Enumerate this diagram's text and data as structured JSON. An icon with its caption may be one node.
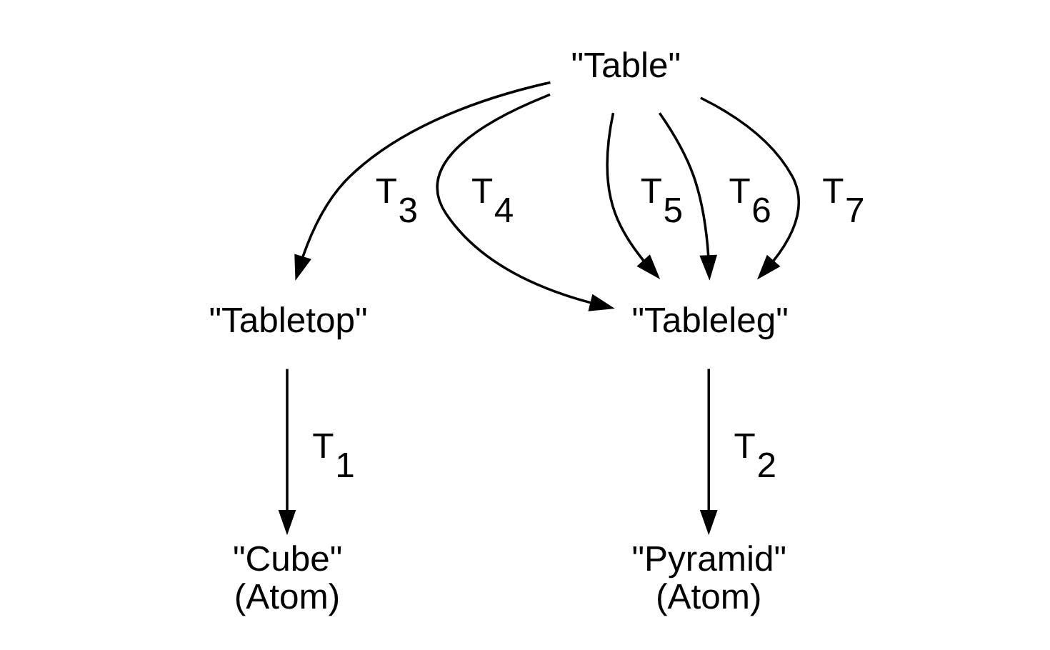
{
  "diagram": {
    "nodes": [
      {
        "text": [
          "\"Table\""
        ]
      },
      {
        "text": [
          "\"Tabletop\""
        ]
      },
      {
        "text": [
          "\"Tableleg\""
        ]
      },
      {
        "text": [
          "\"Cube\"",
          "(Atom)"
        ]
      },
      {
        "text": [
          "\"Pyramid\"",
          "(Atom)"
        ]
      }
    ],
    "edges": [
      {
        "from": 0,
        "to": 1,
        "arrow": "to",
        "label": "T$_{3}$"
      },
      {
        "from": 0,
        "to": 2,
        "arrow": "to",
        "label": "T$_{4}$"
      },
      {
        "from": 0,
        "to": 2,
        "arrow": "to",
        "label": "T$_{5}$"
      },
      {
        "from": 0,
        "to": 2,
        "arrow": "to",
        "label": "T$_{6}$"
      },
      {
        "from": 0,
        "to": 2,
        "arrow": "to",
        "label": "T$_{7}$"
      },
      {
        "from": 1,
        "to": 3,
        "arrow": "to",
        "label": "T$_{1}$"
      },
      {
        "from": 2,
        "to": 4,
        "arrow": "to",
        "label": "T$_{2}$"
      }
    ]
  }
}
